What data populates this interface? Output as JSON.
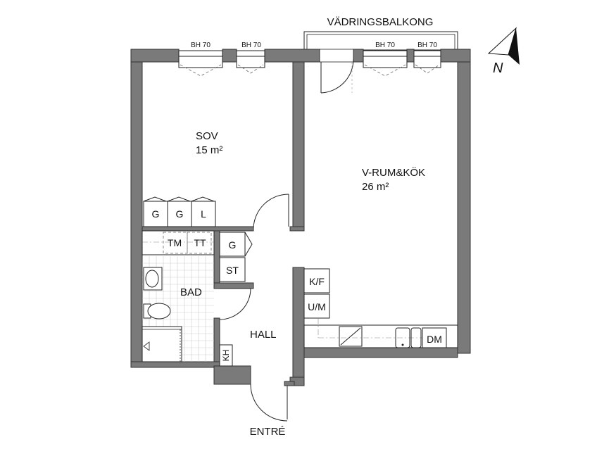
{
  "plan": {
    "balcony_label": "VÄDRINGSBALKONG",
    "north_label": "N",
    "window_labels": [
      "BH 70",
      "BH 70",
      "BH 70",
      "BH 70"
    ],
    "rooms": {
      "bedroom": {
        "name": "SOV",
        "area": "15 m²"
      },
      "living_kitchen": {
        "name": "V-RUM&KÖK",
        "area": "26 m²"
      },
      "bathroom": {
        "name": "BAD"
      },
      "hall": {
        "name": "HALL"
      },
      "entrance": {
        "name": "ENTRÉ"
      }
    },
    "fixtures": {
      "bedroom_wardrobes": [
        "G",
        "G",
        "L"
      ],
      "laundry": [
        "TM",
        "TT"
      ],
      "hall_wardrobe": "G",
      "hall_storage": "ST",
      "fridge_freezer": "K/F",
      "micro_oven": "U/M",
      "dishwasher": "DM",
      "heat_cabinet": "KH"
    }
  }
}
